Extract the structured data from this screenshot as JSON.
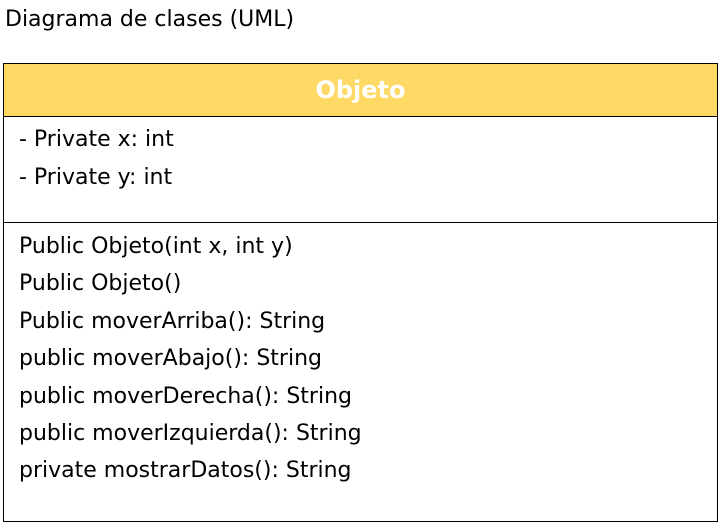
{
  "page": {
    "title": "Diagrama de clases (UML)"
  },
  "colors": {
    "header_background": "#ffd966",
    "header_text": "#ffffff",
    "border": "#000000"
  },
  "uml_class": {
    "name": "Objeto",
    "attributes": [
      "- Private x: int",
      "- Private y: int"
    ],
    "methods": [
      "Public Objeto(int x, int y)",
      "Public Objeto()",
      "Public moverArriba(): String",
      "public moverAbajo(): String",
      "public moverDerecha(): String",
      "public moverIzquierda(): String",
      "private mostrarDatos(): String"
    ]
  }
}
